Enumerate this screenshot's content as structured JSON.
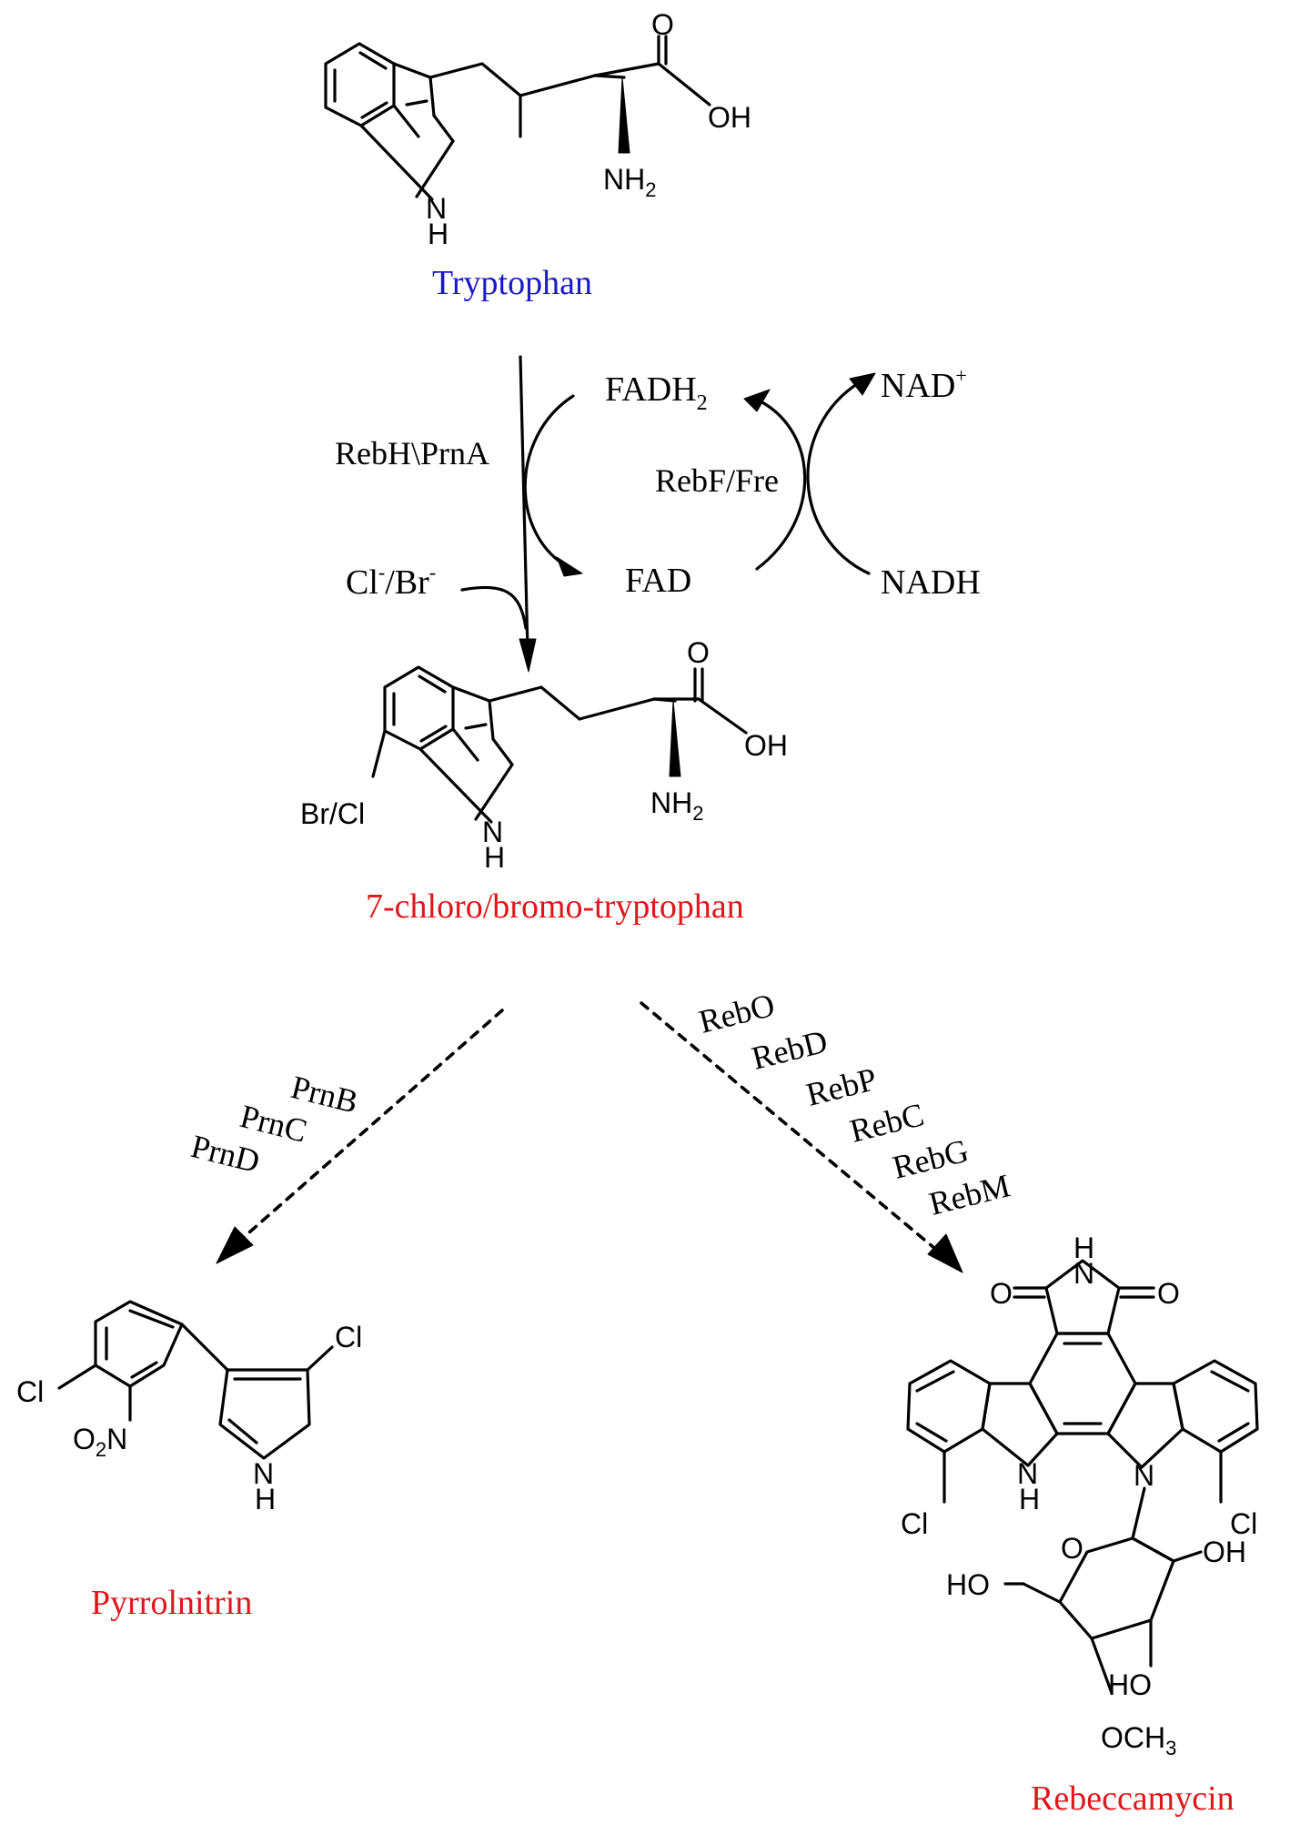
{
  "colors": {
    "blue": "#1a1acc",
    "red": "#e0161b",
    "black": "#000000"
  },
  "names": {
    "tryptophan": "Tryptophan",
    "halotryptophan": "7-chloro/bromo-tryptophan",
    "pyrrolnitrin": "Pyrrolnitrin",
    "rebeccamycin": "Rebeccamycin"
  },
  "cycle": {
    "enzyme_left": "RebH\\PrnA",
    "halide_cl": "Cl",
    "halide_minus1": "-",
    "halide_sep": "/Br",
    "halide_minus2": "-",
    "fadh2": "FADH",
    "fadh2_sub": "2",
    "fad": "FAD",
    "reductase": "RebF/Fre",
    "nad": "NAD",
    "nad_sup": "+",
    "nadh": "NADH"
  },
  "pyrrolnitrin_enzymes": [
    "PrnB",
    "PrnC",
    "PrnD"
  ],
  "rebeccamycin_enzymes": [
    "RebO",
    "RebD",
    "RebP",
    "RebC",
    "RebG",
    "RebM"
  ],
  "atoms": {
    "o": "O",
    "oh": "OH",
    "nh": "NH",
    "nh_sub": "2",
    "n": "N",
    "h": "H",
    "hal": "Br/Cl",
    "cl": "Cl",
    "o2n_o": "O",
    "o2n_sub": "2",
    "o2n_n": "N",
    "ho": "HO",
    "och": "OCH",
    "och_sub": "3"
  }
}
